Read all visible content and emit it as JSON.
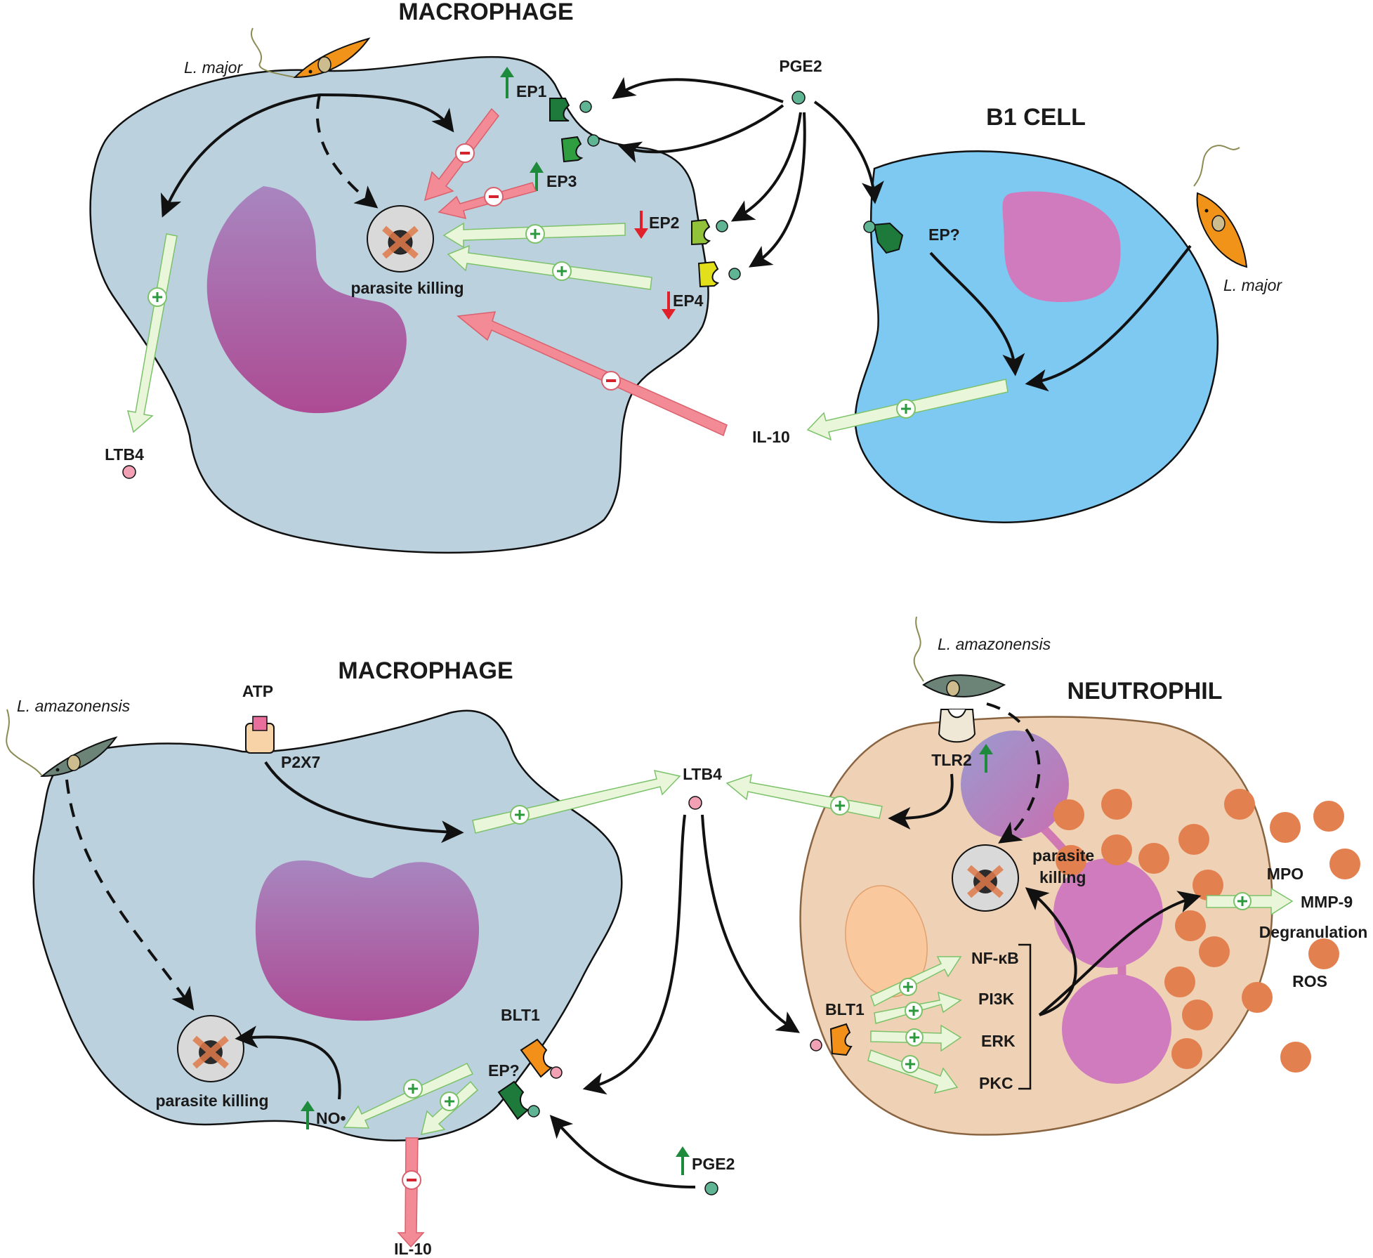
{
  "top": {
    "macrophage_title": "MACROPHAGE",
    "b1_title": "B1 CELL",
    "l_major_left": "L. major",
    "l_major_right": "L. major",
    "pge2": "PGE2",
    "ep1": "EP1",
    "ep3": "EP3",
    "ep2": "EP2",
    "ep4": "EP4",
    "ep_unknown": "EP?",
    "parasite_killing": "parasite killing",
    "ltb4": "LTB4",
    "il10": "IL-10"
  },
  "bottom": {
    "macrophage_title": "MACROPHAGE",
    "neutrophil_title": "NEUTROPHIL",
    "l_amazonensis_left": "L. amazonensis",
    "l_amazonensis_right": "L. amazonensis",
    "atp": "ATP",
    "p2x7": "P2X7",
    "ltb4": "LTB4",
    "tlr2": "TLR2",
    "parasite_killing_macrophage": "parasite killing",
    "parasite_killing_neutrophil_1": "parasite",
    "parasite_killing_neutrophil_2": "killing",
    "blt1_macrophage": "BLT1",
    "ep_unknown": "EP?",
    "no": "NO•",
    "il10": "IL-10",
    "pge2": "PGE2",
    "blt1_neutrophil": "BLT1",
    "nfkb": "NF-κB",
    "pi3k": "PI3K",
    "erk": "ERK",
    "pkc": "PKC",
    "mpo": "MPO",
    "mmp9": "MMP-9",
    "degranulation": "Degranulation",
    "ros": "ROS"
  },
  "colors": {
    "macrophage_fill": "#bcd1de",
    "b1_fill": "#7ec9f2",
    "neutrophil_fill": "#efd2b5",
    "nucleus": "#b25a9e",
    "inhibit_arrow": "#f28b95",
    "activate_arrow": "#eaf6da",
    "activate_stroke": "#7bc26a",
    "granule": "#e3804f",
    "up_arrow": "#1e8a3c",
    "down_arrow": "#e0202a"
  }
}
